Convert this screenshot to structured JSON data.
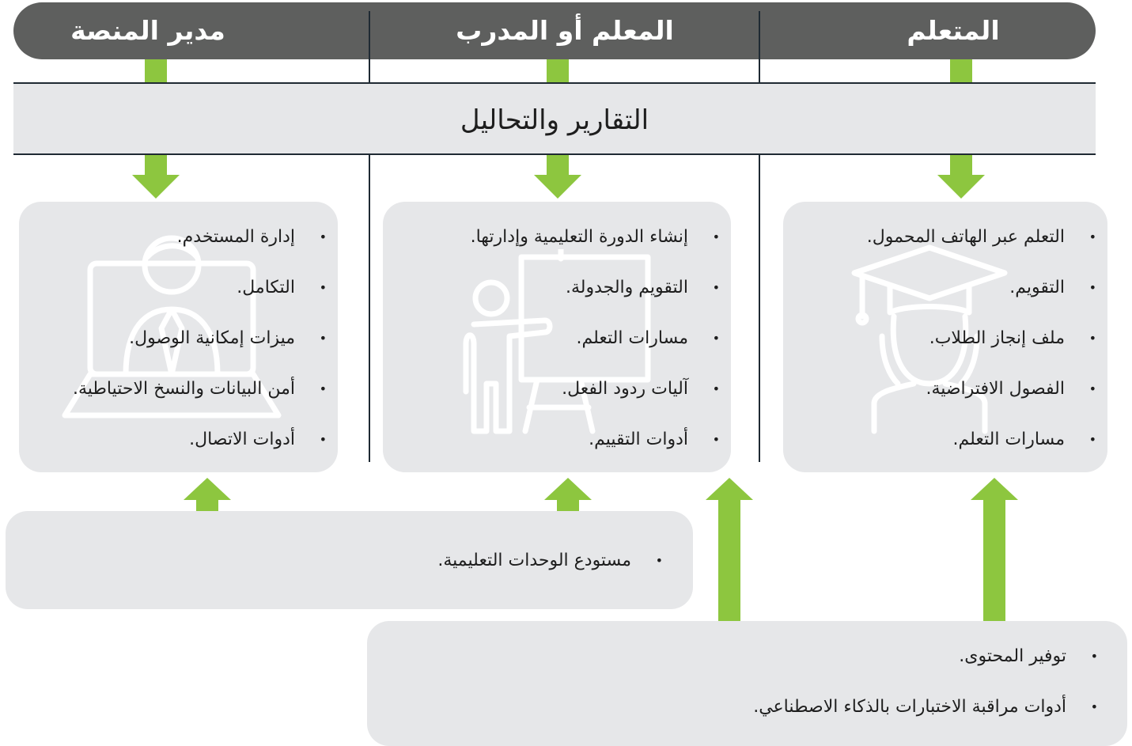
{
  "roles": {
    "learner": "المتعلم",
    "teacher": "المعلم أو المدرب",
    "admin": "مدير المنصة"
  },
  "reports": {
    "title": "التقارير والتحاليل"
  },
  "learner_card": {
    "items": [
      "التعلم عبر الهاتف المحمول.",
      "التقويم.",
      "ملف إنجاز الطلاب.",
      "الفصول الافتراضية.",
      "مسارات التعلم."
    ]
  },
  "teacher_card": {
    "items": [
      "إنشاء الدورة التعليمية وإدارتها.",
      "التقويم والجدولة.",
      "مسارات التعلم.",
      "آليات ردود الفعل.",
      "أدوات التقييم."
    ]
  },
  "admin_card": {
    "items": [
      "إدارة المستخدم.",
      "التكامل.",
      "ميزات إمكانية الوصول.",
      "أمن البيانات والنسخ الاحتياطية.",
      "أدوات الاتصال."
    ]
  },
  "repository_card": {
    "items": [
      "مستودع الوحدات التعليمية."
    ]
  },
  "content_card": {
    "items": [
      "توفير المحتوى.",
      "أدوات مراقبة الاختبارات بالذكاء الاصطناعي."
    ]
  },
  "colors": {
    "header": "#5e5f5e",
    "accent_green": "#8dc63f",
    "card_bg": "#e6e7e9",
    "line": "#1f2a33"
  }
}
